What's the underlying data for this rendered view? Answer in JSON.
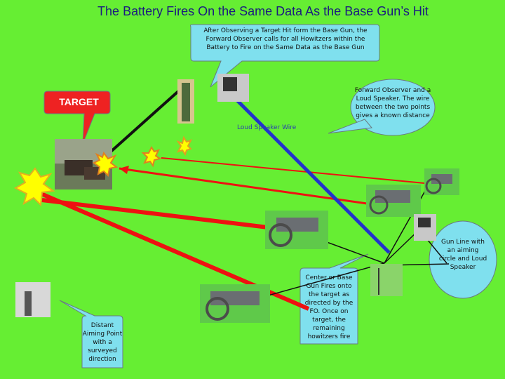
{
  "title": "The Battery Fires On the Same Data As the Base Gun’s Hit",
  "callouts": {
    "fo_calls": "After Observing a Target Hit form the Base Gun, the Forward Observer calls for all Howitzers within the Battery to Fire on the Same Data as the Base Gun",
    "fo_speaker": "Forward Observer and a Loud Speaker. The wire between the two points gives a known distance",
    "target": "TARGET",
    "aiming_point": "Distant Aiming Point with a surveyed direction",
    "base_gun": "Center or Base Gun Fires onto the target as directed by the FO. Once on target, the remaining howitzers fire",
    "gun_line": "Gun Line with an aiming circle and Loud Speaker"
  },
  "labels": {
    "speaker_wire": "Loud Speaker Wire"
  },
  "colors": {
    "background": "#66ee33",
    "callout_fill": "#7fe0ee",
    "target_fill": "#ee2222",
    "trajectory": "#ee1111",
    "wire": "#2233cc",
    "burst": "#ffff00"
  }
}
